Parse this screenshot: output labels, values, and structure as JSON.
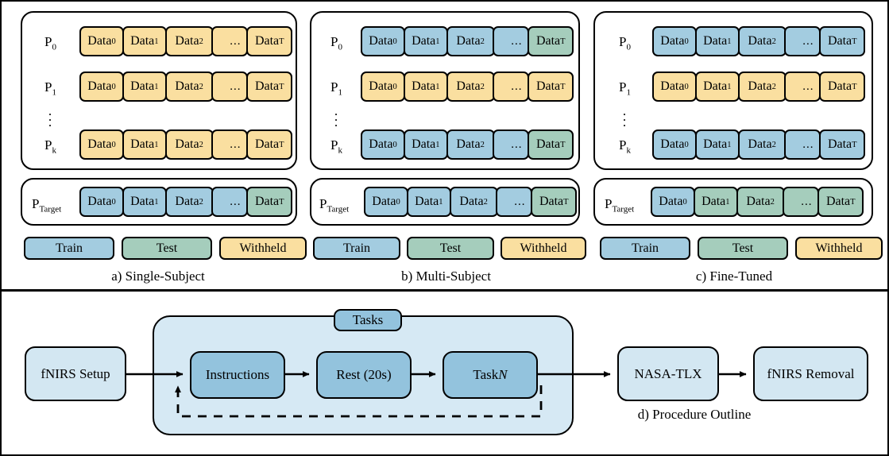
{
  "figure": {
    "colors": {
      "train": "#a3cce0",
      "test": "#a5cdbc",
      "withheld": "#fadfa0",
      "flow_light": "#d3e7f2",
      "flow_dark": "#93c3dd",
      "tasks_container": "#d6e9f4",
      "stroke": "#000000"
    }
  },
  "cell_labels": {
    "d0": "Data",
    "d0_sub": "0",
    "d1": "Data",
    "d1_sub": "1",
    "d2": "Data",
    "d2_sub": "2",
    "ellipsis": "...",
    "dT": "Data",
    "dT_sub": "T"
  },
  "participant_labels": {
    "p0": "P",
    "p0_sub": "0",
    "p1": "P",
    "p1_sub": "1",
    "pk": "P",
    "pk_sub": "k",
    "ptarget": "P",
    "ptarget_sub": "Target",
    "vdots": "⋮"
  },
  "legend": {
    "train": "Train",
    "test": "Test",
    "withheld": "Withheld"
  },
  "panels": [
    {
      "id": "single-subject",
      "caption": "a) Single-Subject",
      "rows": [
        {
          "label": "P0",
          "cells": [
            "withheld",
            "withheld",
            "withheld",
            "withheld",
            "withheld"
          ]
        },
        {
          "label": "P1",
          "cells": [
            "withheld",
            "withheld",
            "withheld",
            "withheld",
            "withheld"
          ]
        },
        {
          "label": "Pk",
          "cells": [
            "withheld",
            "withheld",
            "withheld",
            "withheld",
            "withheld"
          ]
        }
      ],
      "target_row": {
        "label": "PTarget",
        "cells": [
          "train",
          "train",
          "train",
          "train",
          "test"
        ]
      }
    },
    {
      "id": "multi-subject",
      "caption": "b) Multi-Subject",
      "rows": [
        {
          "label": "P0",
          "cells": [
            "train",
            "train",
            "train",
            "train",
            "test"
          ]
        },
        {
          "label": "P1",
          "cells": [
            "withheld",
            "withheld",
            "withheld",
            "withheld",
            "withheld"
          ]
        },
        {
          "label": "Pk",
          "cells": [
            "train",
            "train",
            "train",
            "train",
            "test"
          ]
        }
      ],
      "target_row": {
        "label": "PTarget",
        "cells": [
          "train",
          "train",
          "train",
          "train",
          "test"
        ]
      }
    },
    {
      "id": "fine-tuned",
      "caption": "c) Fine-Tuned",
      "rows": [
        {
          "label": "P0",
          "cells": [
            "train",
            "train",
            "train",
            "train",
            "train"
          ]
        },
        {
          "label": "P1",
          "cells": [
            "withheld",
            "withheld",
            "withheld",
            "withheld",
            "withheld"
          ]
        },
        {
          "label": "Pk",
          "cells": [
            "train",
            "train",
            "train",
            "train",
            "train"
          ]
        }
      ],
      "target_row": {
        "label": "PTarget",
        "cells": [
          "train",
          "test",
          "test",
          "test",
          "test"
        ]
      }
    }
  ],
  "flow": {
    "caption": "d) Procedure Outline",
    "tasks_label": "Tasks",
    "nodes": {
      "setup": "fNIRS Setup",
      "instructions": "Instructions",
      "rest": "Rest (20s)",
      "task_prefix": "Task ",
      "task_italic": "N",
      "nasa_tlx": "NASA-TLX",
      "removal": "fNIRS Removal"
    }
  }
}
